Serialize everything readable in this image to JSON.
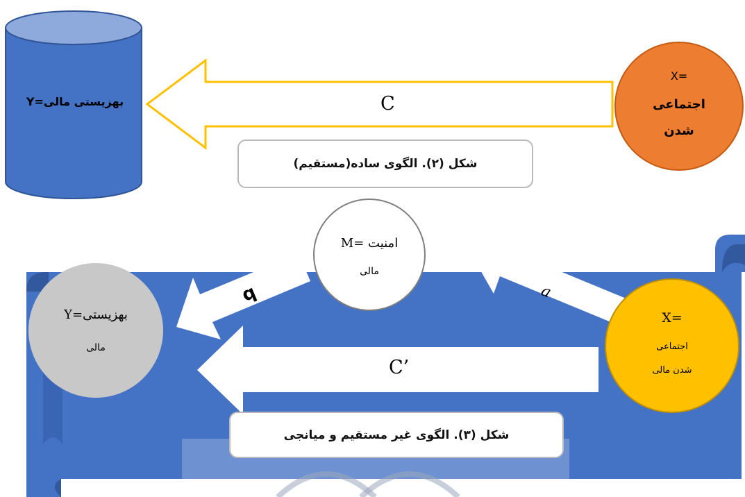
{
  "diagram1": {
    "outcome_label": "بهزیستی مالی=Y",
    "predictor_label_line1": "X=",
    "predictor_label_line2": "اجتماعی",
    "predictor_label_line3": "شدن",
    "path_label": "C",
    "caption": "شکل (۲). الگوی ساده(مستقیم)"
  },
  "diagram2": {
    "mediator_label_line1": "امنیت =M",
    "mediator_label_line2": "مالی",
    "outcome_label_line1": "بهزیستی=Y",
    "outcome_label_line2": "مالی",
    "predictor_label_line1": "X=",
    "predictor_label_line2": "اجتماعی",
    "predictor_label_line3": "شدن مالی",
    "path_a_label": "a",
    "path_b_label": "b",
    "path_c_prime_label": "C’",
    "caption": "شکل (۳). الگوی غیر مستقیم و میانجی"
  },
  "colors": {
    "cylinder_fill": "#4472c4",
    "cylinder_top": "#8ea9db",
    "cylinder_stroke": "#2f5597",
    "arrow_outline": "#ffc000",
    "predictor1_fill": "#ed7d31",
    "predictor2_fill": "#ffc000",
    "banner_fill": "#4472c4",
    "outcome2_fill": "#c8c8c8",
    "mediator_fill": "#ffffff"
  }
}
